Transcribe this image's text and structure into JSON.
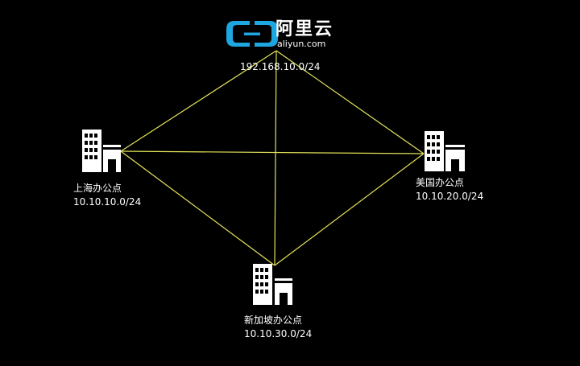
{
  "logo": {
    "name_cn": "阿里云",
    "domain": "aliyun.com"
  },
  "nodes": {
    "aliyun": {
      "subnet": "192.168.10.0/24"
    },
    "shanghai": {
      "label": "上海办公点",
      "subnet": "10.10.10.0/24"
    },
    "usa": {
      "label": "美国办公点",
      "subnet": "10.10.20.0/24"
    },
    "singapore": {
      "label": "新加坡办公点",
      "subnet": "10.10.30.0/24"
    }
  },
  "colors": {
    "background": "#000000",
    "link": "#e3e35a",
    "brand": "#1ea6e0",
    "text": "#ffffff"
  },
  "icons": {
    "building": "office-building-icon",
    "cloud": "aliyun-logo-icon"
  }
}
